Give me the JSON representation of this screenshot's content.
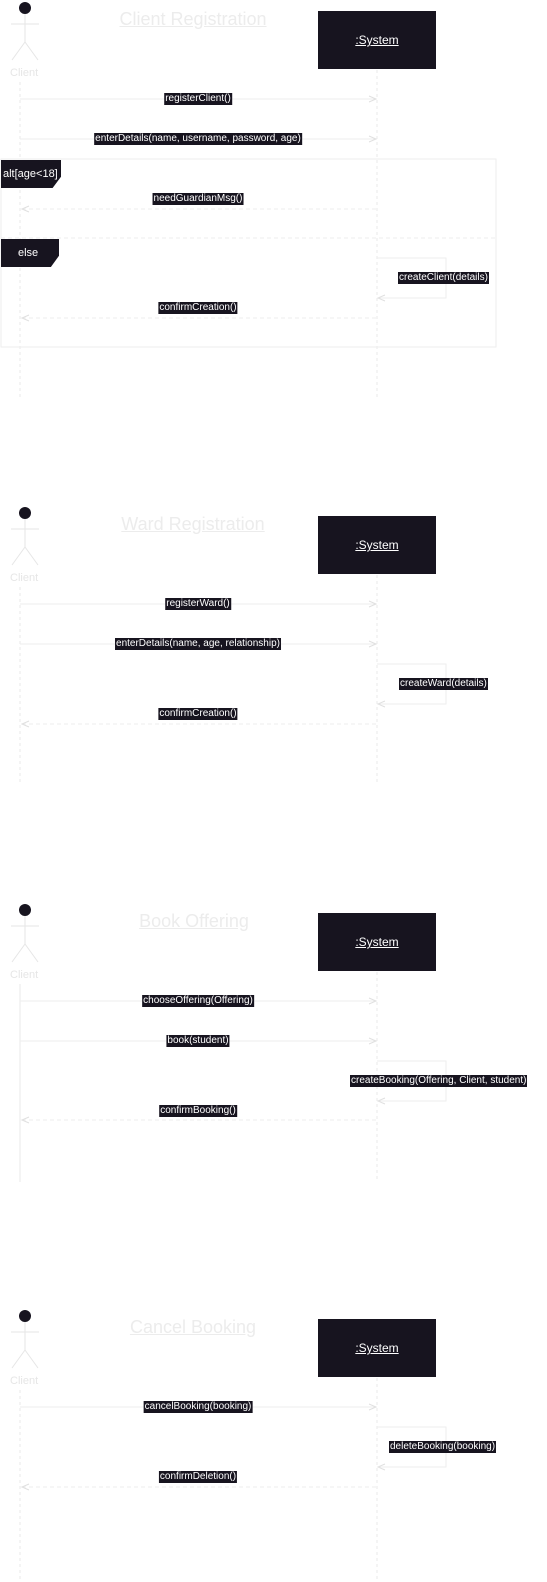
{
  "colors": {
    "dark": "#17141f",
    "line": "#eeeeee",
    "lifeline": "#e8e8e8"
  },
  "diagrams": [
    {
      "title": "Client Registration",
      "actor": "Client",
      "system": ":System",
      "messages": [
        "registerClient()",
        "enterDetails(name, username, password, age)",
        "needGuardianMsg()",
        "createClient(details)",
        "confirmCreation()"
      ],
      "alt_guard": "alt[age<18]",
      "else_label": "else"
    },
    {
      "title": "Ward Registration",
      "actor": "Client",
      "system": ":System",
      "messages": [
        "registerWard()",
        "enterDetails(name, age, relationship)",
        "createWard(details)",
        "confirmCreation()"
      ]
    },
    {
      "title": "Book Offering",
      "actor": "Client",
      "system": ":System",
      "messages": [
        "chooseOffering(Offering)",
        "book(student)",
        "createBooking(Offering, Client, student)",
        "confirmBooking()"
      ]
    },
    {
      "title": "Cancel Booking",
      "actor": "Client",
      "system": ":System",
      "messages": [
        "cancelBooking(booking)",
        "deleteBooking(booking)",
        "confirmDeletion()"
      ]
    }
  ]
}
